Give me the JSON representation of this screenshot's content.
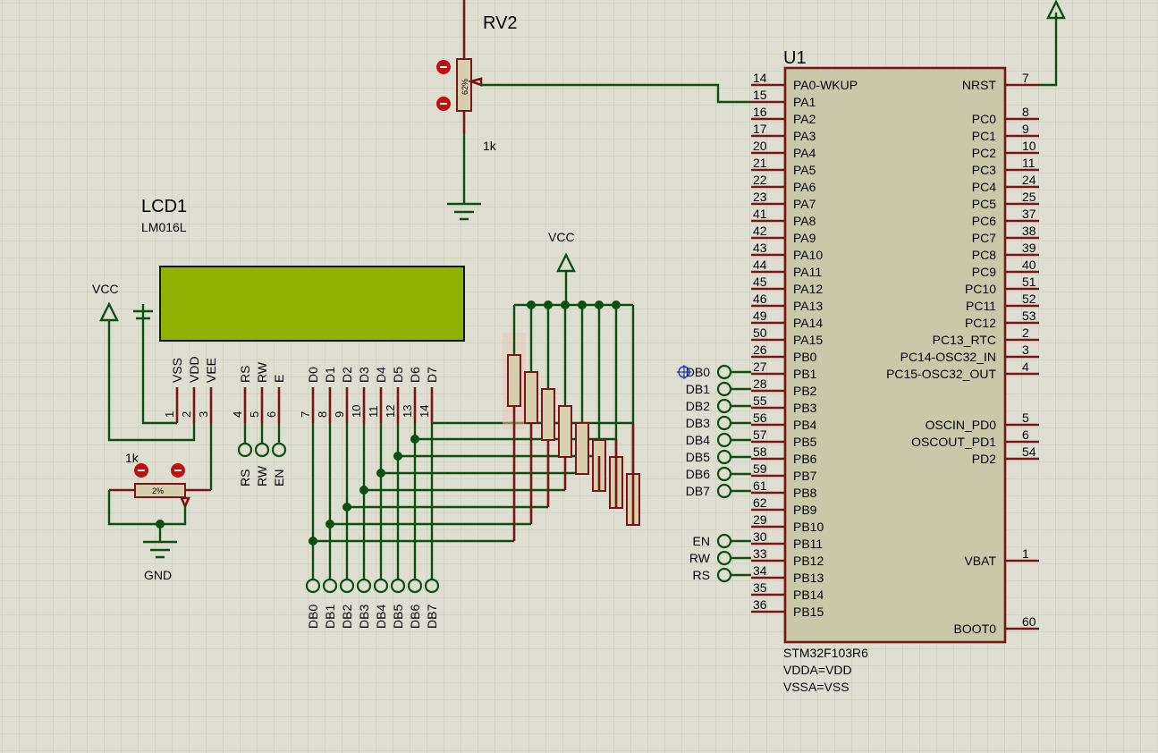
{
  "u1": {
    "ref": "U1",
    "part": "STM32F103R6",
    "prop1": "VDDA=VDD",
    "prop2": "VSSA=VSS",
    "left_pins": [
      {
        "num": "14",
        "name": "PA0-WKUP"
      },
      {
        "num": "15",
        "name": "PA1"
      },
      {
        "num": "16",
        "name": "PA2"
      },
      {
        "num": "17",
        "name": "PA3"
      },
      {
        "num": "20",
        "name": "PA4"
      },
      {
        "num": "21",
        "name": "PA5"
      },
      {
        "num": "22",
        "name": "PA6"
      },
      {
        "num": "23",
        "name": "PA7"
      },
      {
        "num": "41",
        "name": "PA8"
      },
      {
        "num": "42",
        "name": "PA9"
      },
      {
        "num": "43",
        "name": "PA10"
      },
      {
        "num": "44",
        "name": "PA11"
      },
      {
        "num": "45",
        "name": "PA12"
      },
      {
        "num": "46",
        "name": "PA13"
      },
      {
        "num": "49",
        "name": "PA14"
      },
      {
        "num": "50",
        "name": "PA15"
      },
      {
        "num": "26",
        "name": "PB0"
      },
      {
        "num": "27",
        "name": "PB1"
      },
      {
        "num": "28",
        "name": "PB2"
      },
      {
        "num": "55",
        "name": "PB3"
      },
      {
        "num": "56",
        "name": "PB4"
      },
      {
        "num": "57",
        "name": "PB5"
      },
      {
        "num": "58",
        "name": "PB6"
      },
      {
        "num": "59",
        "name": "PB7"
      },
      {
        "num": "61",
        "name": "PB8"
      },
      {
        "num": "62",
        "name": "PB9"
      },
      {
        "num": "29",
        "name": "PB10"
      },
      {
        "num": "30",
        "name": "PB11"
      },
      {
        "num": "33",
        "name": "PB12"
      },
      {
        "num": "34",
        "name": "PB13"
      },
      {
        "num": "35",
        "name": "PB14"
      },
      {
        "num": "36",
        "name": "PB15"
      }
    ],
    "right_pins": [
      {
        "num": "7",
        "name": "NRST"
      },
      {
        "num": "8",
        "name": "PC0"
      },
      {
        "num": "9",
        "name": "PC1"
      },
      {
        "num": "10",
        "name": "PC2"
      },
      {
        "num": "11",
        "name": "PC3"
      },
      {
        "num": "24",
        "name": "PC4"
      },
      {
        "num": "25",
        "name": "PC5"
      },
      {
        "num": "37",
        "name": "PC6"
      },
      {
        "num": "38",
        "name": "PC7"
      },
      {
        "num": "39",
        "name": "PC8"
      },
      {
        "num": "40",
        "name": "PC9"
      },
      {
        "num": "51",
        "name": "PC10"
      },
      {
        "num": "52",
        "name": "PC11"
      },
      {
        "num": "53",
        "name": "PC12"
      },
      {
        "num": "2",
        "name": "PC13_RTC"
      },
      {
        "num": "3",
        "name": "PC14-OSC32_IN"
      },
      {
        "num": "4",
        "name": "PC15-OSC32_OUT"
      },
      {
        "num": "5",
        "name": "OSCIN_PD0"
      },
      {
        "num": "6",
        "name": "OSCOUT_PD1"
      },
      {
        "num": "54",
        "name": "PD2"
      },
      {
        "num": "1",
        "name": "VBAT"
      },
      {
        "num": "60",
        "name": "BOOT0"
      }
    ]
  },
  "rv2": {
    "ref": "RV2",
    "value": "1k",
    "setting": "62%"
  },
  "rv1": {
    "value": "1k",
    "setting": "2%"
  },
  "lcd": {
    "ref": "LCD1",
    "part": "LM016L",
    "pins": [
      {
        "name": "VSS",
        "num": "1"
      },
      {
        "name": "VDD",
        "num": "2"
      },
      {
        "name": "VEE",
        "num": "3"
      },
      {
        "name": "RS",
        "num": "4"
      },
      {
        "name": "RW",
        "num": "5"
      },
      {
        "name": "E",
        "num": "6"
      },
      {
        "name": "D0",
        "num": "7"
      },
      {
        "name": "D1",
        "num": "8"
      },
      {
        "name": "D2",
        "num": "9"
      },
      {
        "name": "D3",
        "num": "10"
      },
      {
        "name": "D4",
        "num": "11"
      },
      {
        "name": "D5",
        "num": "12"
      },
      {
        "name": "D6",
        "num": "13"
      },
      {
        "name": "D7",
        "num": "14"
      }
    ]
  },
  "power": {
    "vcc": "VCC",
    "gnd": "GND"
  },
  "ctrl_terminals": [
    "RS",
    "RW",
    "EN"
  ],
  "db_terminals": [
    "DB0",
    "DB1",
    "DB2",
    "DB3",
    "DB4",
    "DB5",
    "DB6",
    "DB7"
  ],
  "mcu_db_labels": [
    "DB0",
    "DB1",
    "DB2",
    "DB3",
    "DB4",
    "DB5",
    "DB6",
    "DB7"
  ],
  "mcu_ctrl_labels": [
    "EN",
    "RW",
    "RS"
  ],
  "colors": {
    "background": "#dfdfd1",
    "grid": "#cacab9",
    "wire": "#0b4f12",
    "pin": "#7a1515",
    "chip": "#c9c8a9",
    "lcd": "#92b000"
  }
}
